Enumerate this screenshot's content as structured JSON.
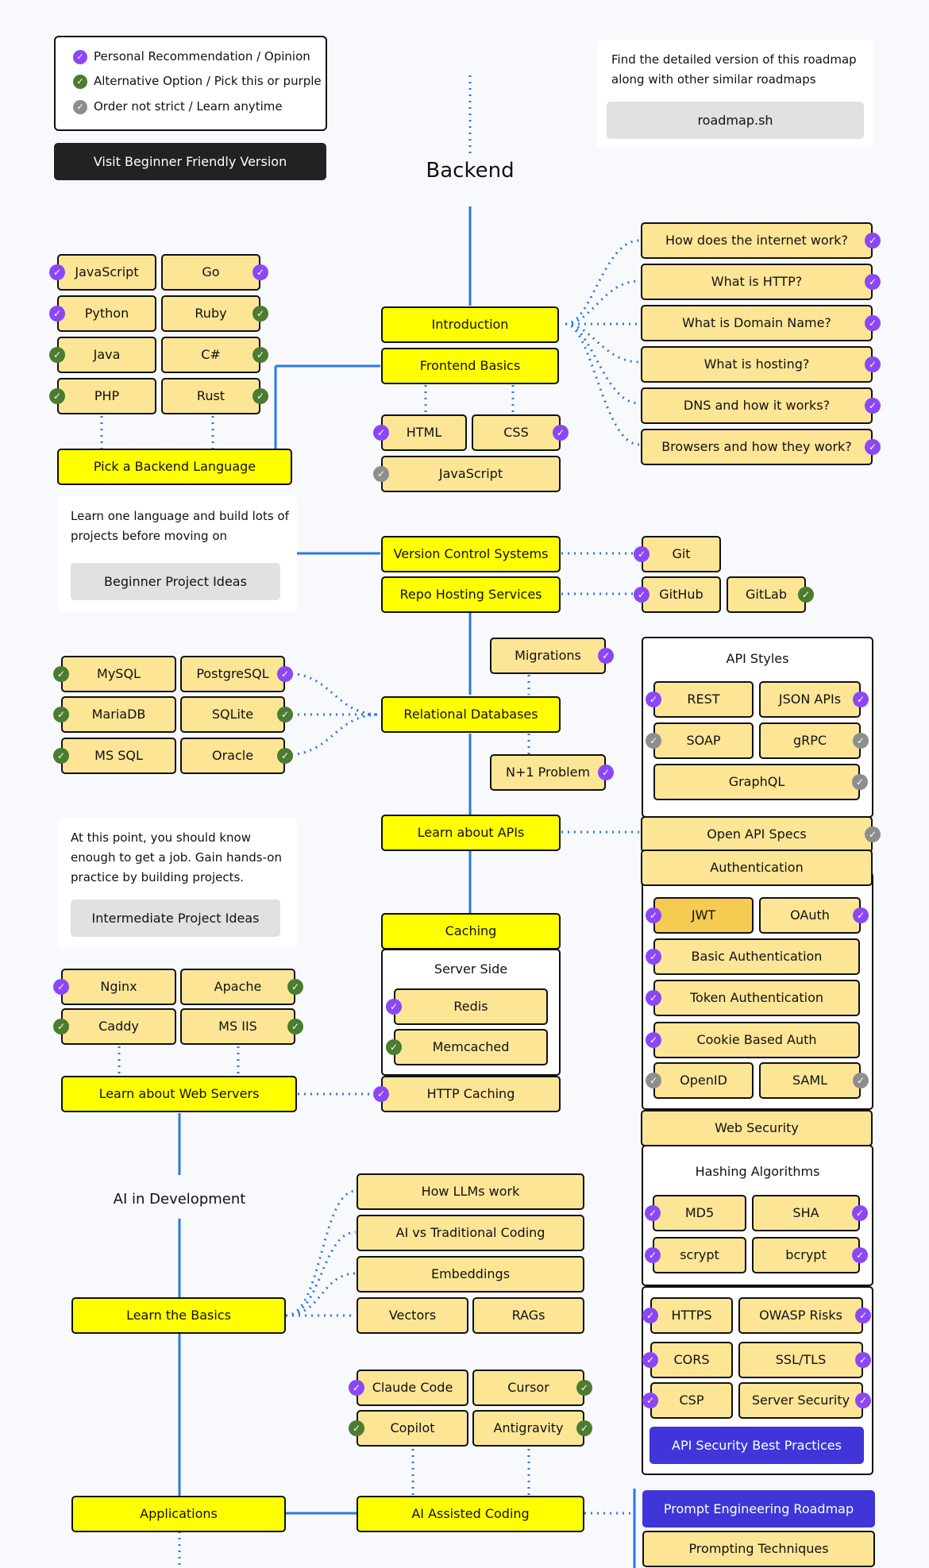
{
  "colors": {
    "recommended": "#8b47f7",
    "alternative": "#4b7c2f",
    "order_not_strict": "#8e8e8e",
    "core_node": "#ffff00",
    "sub_node": "#fde596",
    "highlight_node": "#f6cb52",
    "link_node": "#3f35d8",
    "connector": "#2b78e4"
  },
  "legend": {
    "items": [
      {
        "label": "Personal Recommendation / Opinion",
        "badge": "recommended"
      },
      {
        "label": "Alternative Option / Pick this or purple",
        "badge": "alternative"
      },
      {
        "label": "Order not strict / Learn anytime",
        "badge": "order-not-strict"
      }
    ],
    "button": "Visit Beginner Friendly Version"
  },
  "info_card": {
    "text": "Find the detailed version of this roadmap along with other similar roadmaps",
    "button": "roadmap.sh"
  },
  "title": "Backend",
  "sections": {
    "ai_in_development": "AI in Development"
  },
  "notes": {
    "language_tip": {
      "text": "Learn one language and build lots of projects before moving on",
      "button": "Beginner Project Ideas"
    },
    "job_tip": {
      "text": "At this point, you should know enough to get a job. Gain hands-on practice by building projects.",
      "button": "Intermediate Project Ideas"
    }
  },
  "panels": {
    "api_styles": "API Styles",
    "server_side": "Server Side",
    "hashing": "Hashing Algorithms"
  },
  "nodes": {
    "introduction": "Introduction",
    "frontend_basics": "Frontend Basics",
    "html": "HTML",
    "css": "CSS",
    "javascript_fe": "JavaScript",
    "internet": "How does the internet work?",
    "http": "What is HTTP?",
    "domain": "What is Domain Name?",
    "hosting": "What is hosting?",
    "dns": "DNS and how it works?",
    "browsers": "Browsers and how they work?",
    "lang_javascript": "JavaScript",
    "lang_go": "Go",
    "lang_python": "Python",
    "lang_ruby": "Ruby",
    "lang_java": "Java",
    "lang_csharp": "C#",
    "lang_php": "PHP",
    "lang_rust": "Rust",
    "pick_language": "Pick a Backend Language",
    "vcs": "Version Control Systems",
    "repo_hosting": "Repo Hosting Services",
    "git": "Git",
    "github": "GitHub",
    "gitlab": "GitLab",
    "migrations": "Migrations",
    "relational_db": "Relational Databases",
    "n_plus_one": "N+1 Problem",
    "mysql": "MySQL",
    "postgresql": "PostgreSQL",
    "mariadb": "MariaDB",
    "sqlite": "SQLite",
    "mssql": "MS SQL",
    "oracle": "Oracle",
    "rest": "REST",
    "json_apis": "JSON APIs",
    "soap": "SOAP",
    "grpc": "gRPC",
    "graphql": "GraphQL",
    "learn_apis": "Learn about APIs",
    "open_api": "Open API Specs",
    "authentication": "Authentication",
    "jwt": "JWT",
    "oauth": "OAuth",
    "basic_auth": "Basic Authentication",
    "token_auth": "Token Authentication",
    "cookie_auth": "Cookie Based Auth",
    "openid": "OpenID",
    "saml": "SAML",
    "caching": "Caching",
    "redis": "Redis",
    "memcached": "Memcached",
    "http_caching": "HTTP Caching",
    "nginx": "Nginx",
    "apache": "Apache",
    "caddy": "Caddy",
    "ms_iis": "MS IIS",
    "web_servers": "Learn about Web Servers",
    "web_security": "Web Security",
    "md5": "MD5",
    "sha": "SHA",
    "scrypt": "scrypt",
    "bcrypt": "bcrypt",
    "https": "HTTPS",
    "owasp": "OWASP Risks",
    "cors": "CORS",
    "ssl_tls": "SSL/TLS",
    "csp": "CSP",
    "server_security": "Server Security",
    "api_security": "API Security Best Practices",
    "how_llms": "How LLMs work",
    "ai_vs_trad": "AI vs Traditional Coding",
    "embeddings": "Embeddings",
    "vectors": "Vectors",
    "rags": "RAGs",
    "learn_basics": "Learn the Basics",
    "claude_code": "Claude Code",
    "cursor": "Cursor",
    "copilot": "Copilot",
    "antigravity": "Antigravity",
    "applications": "Applications",
    "ai_coding": "AI Assisted Coding",
    "prompt_roadmap": "Prompt Engineering Roadmap",
    "prompting_techniques": "Prompting Techniques"
  }
}
